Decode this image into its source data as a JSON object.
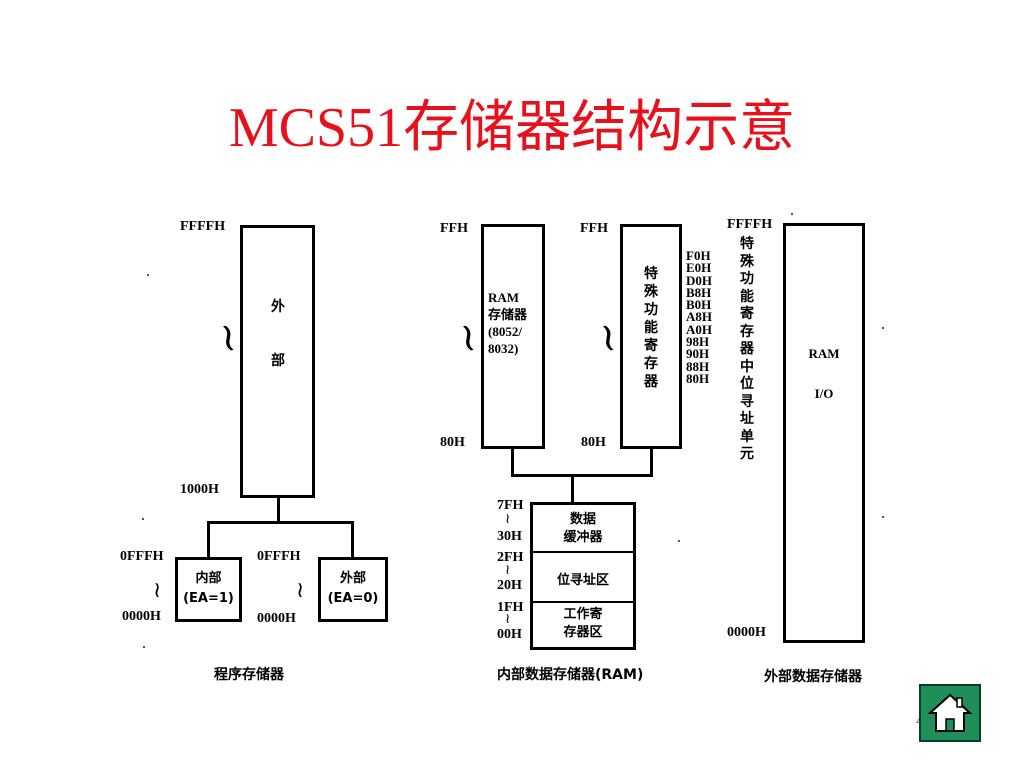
{
  "title": "MCS51存储器结构示意",
  "page_number": "4",
  "program_memory": {
    "caption": "程序存储器",
    "external": {
      "label": "外\n\n\n部",
      "top": "FFFFH",
      "bottom": "1000H"
    },
    "internal_box": {
      "label": "内部\n(EA=1)",
      "top": "0FFFH",
      "bottom": "0000H"
    },
    "external_box": {
      "label": "外部\n(EA=0)",
      "top": "0FFFH",
      "bottom": "0000H"
    }
  },
  "internal_data_memory": {
    "caption": "内部数据存储器(RAM)",
    "ram_box": {
      "label": "RAM\n存储器\n(8052/\n8032)",
      "top": "FFH",
      "bottom": "80H"
    },
    "sfr_box": {
      "label": "特\n殊\n功\n能\n寄\n存\n器",
      "top": "FFH",
      "bottom": "80H"
    },
    "sfr_addresses": "F0H\nE0H\nD0H\nB8H\nB0H\nA8H\nA0H\n98H\n90H\n88H\n80H",
    "lower": {
      "buffer": {
        "label": "数据\n缓冲器",
        "top": "7FH",
        "bottom": "30H"
      },
      "bit_area": {
        "label": "位寻址区",
        "top": "2FH",
        "bottom": "20H"
      },
      "work_reg": {
        "label": "工作寄\n存器区",
        "top": "1FH",
        "bottom": "00H"
      }
    }
  },
  "external_data_memory": {
    "caption": "外部数据存储器",
    "side_label": "特\n殊\n功\n能\n寄\n存\n器\n中\n位\n寻\n址\n单\n元",
    "box_label": "RAM\n\nI/O",
    "top": "FFFFH",
    "bottom": "0000H"
  },
  "home_button": {
    "icon": "home-icon",
    "color": "#1f8f5a"
  }
}
